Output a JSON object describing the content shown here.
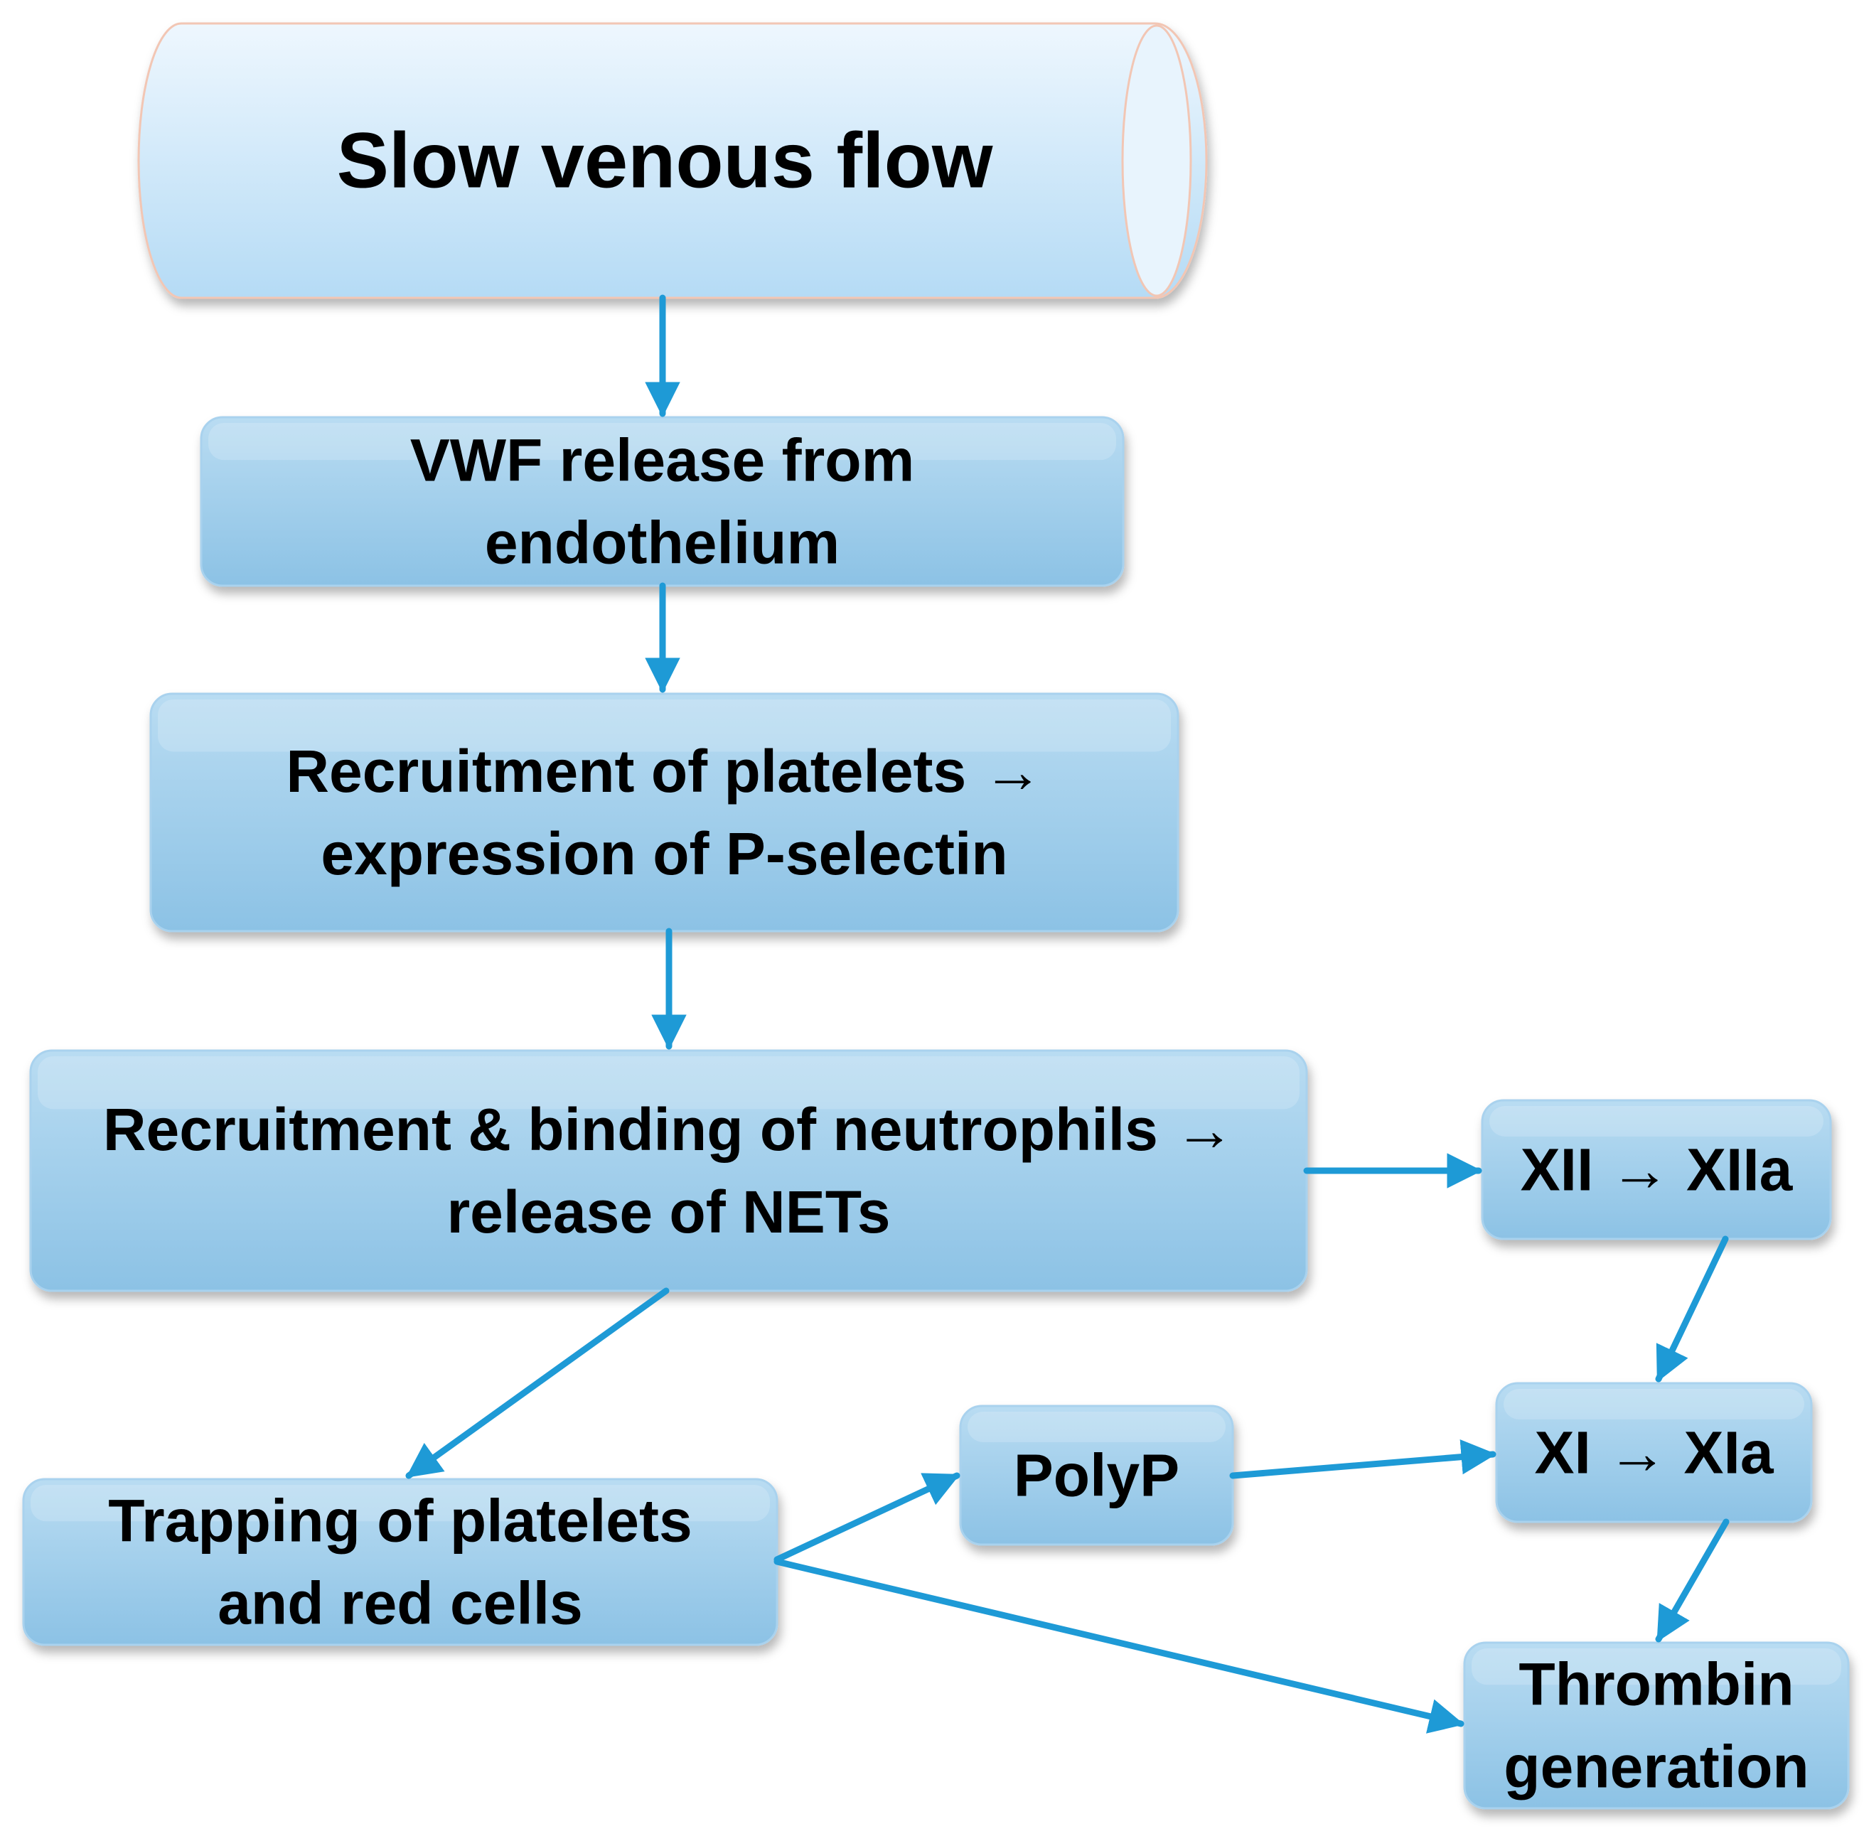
{
  "colors": {
    "arrow": "#1e9ad6",
    "box_top": "#b9dcf2",
    "box_bottom": "#8cc2e5",
    "box_edge": "#a9d2ee",
    "tube_top": "#eef7fe",
    "tube_bottom": "#b5dbf5",
    "text": "#000000"
  },
  "nodes": {
    "slow_flow": {
      "lines": [
        "Slow venous flow"
      ]
    },
    "vwf": {
      "lines": [
        "VWF release from",
        "endothelium"
      ]
    },
    "platelets": {
      "lines": [
        "Recruitment of platelets →",
        "expression of P-selectin"
      ]
    },
    "neutrophils": {
      "lines": [
        "Recruitment & binding of neutrophils →",
        "release of NETs"
      ]
    },
    "xii": {
      "lines": [
        "XII → XIIa"
      ]
    },
    "xi": {
      "lines": [
        "XI → XIa"
      ]
    },
    "polyp": {
      "lines": [
        "PolyP"
      ]
    },
    "trapping": {
      "lines": [
        "Trapping of platelets",
        "and red cells"
      ]
    },
    "thrombin": {
      "lines": [
        "Thrombin",
        "generation"
      ]
    }
  },
  "edges": [
    {
      "from": "slow_flow",
      "to": "vwf"
    },
    {
      "from": "vwf",
      "to": "platelets"
    },
    {
      "from": "platelets",
      "to": "neutrophils"
    },
    {
      "from": "neutrophils",
      "to": "xii"
    },
    {
      "from": "neutrophils",
      "to": "trapping"
    },
    {
      "from": "xii",
      "to": "xi"
    },
    {
      "from": "trapping",
      "to": "polyp"
    },
    {
      "from": "polyp",
      "to": "xi"
    },
    {
      "from": "xi",
      "to": "thrombin"
    },
    {
      "from": "trapping",
      "to": "thrombin"
    }
  ]
}
